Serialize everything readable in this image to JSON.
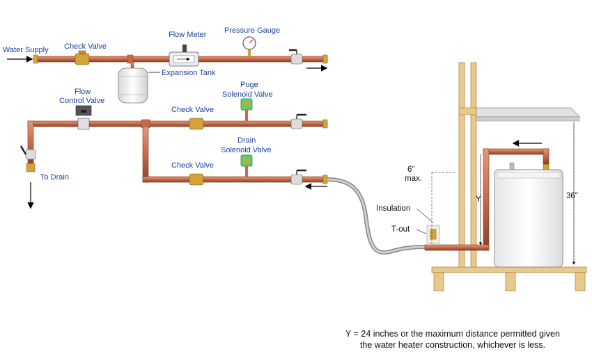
{
  "colors": {
    "pipe": "#c8694a",
    "pipe_dark": "#8a3f26",
    "brass": "#d4a23a",
    "label_blue": "#1a3fa0",
    "wood": "#e8c88c",
    "solenoid": "#66cc66"
  },
  "labels": {
    "water_supply": "Water Supply",
    "check_valve_top": "Check Valve",
    "flow_meter": "Flow Meter",
    "pressure_gauge": "Pressure Gauge",
    "expansion_tank": "Expansion Tank",
    "flow_control_line1": "Flow",
    "flow_control_line2": "Control Valve",
    "check_valve_mid": "Check Valve",
    "purge_line1": "Puge",
    "purge_line2": "Solenoid Valve",
    "to_drain": "To Drain",
    "drain_line1": "Drain",
    "drain_line2": "Solenoid Valve",
    "check_valve_low": "Check Valve",
    "six_inch_line1": "6\"",
    "six_inch_line2": "max.",
    "y_label": "Y",
    "insulation": "Insulation",
    "t_out": "T-out",
    "height_36": "36\""
  },
  "note": {
    "line1": "Y = 24 inches or the maximum distance permitted given",
    "line2": "the water heater construction, whichever is less."
  },
  "icons": [
    "arrow-icon",
    "ball-valve-icon",
    "check-valve-icon",
    "flow-meter-icon",
    "pressure-gauge-icon",
    "expansion-tank-icon",
    "solenoid-valve-icon",
    "water-heater-icon"
  ]
}
